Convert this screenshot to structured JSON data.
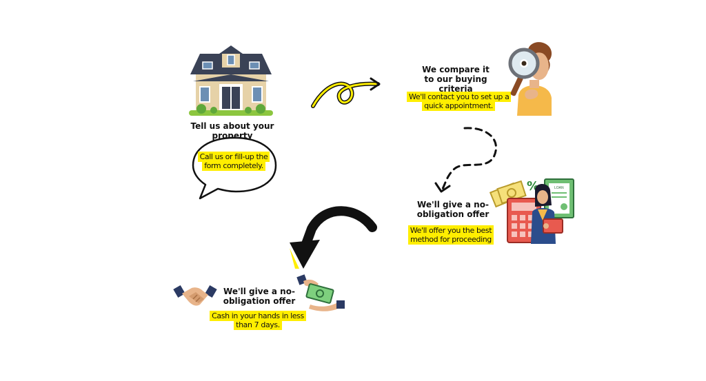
{
  "step1": {
    "title": "Tell us about your property",
    "bubble_text": "Call us or fill-up the form completely."
  },
  "step2": {
    "title": "We compare it to our buying criteria",
    "note": "We'll contact you to set up a quick appointment."
  },
  "step3": {
    "title": "We'll give a no-obligation offer",
    "note": "We'll offer you the best method for proceeding",
    "document_label": "LOAN"
  },
  "step4": {
    "title": "We'll give a no-obligation offer",
    "note": "Cash in your hands  in less than 7 days."
  },
  "colors": {
    "highlight": "#ffee00",
    "roof": "#3a4256",
    "siding": "#e6d2a8",
    "grass": "#8cc63f",
    "navy": "#2b3a63",
    "red_calculator": "#e85a4f",
    "money_green": "#7ed07e"
  }
}
